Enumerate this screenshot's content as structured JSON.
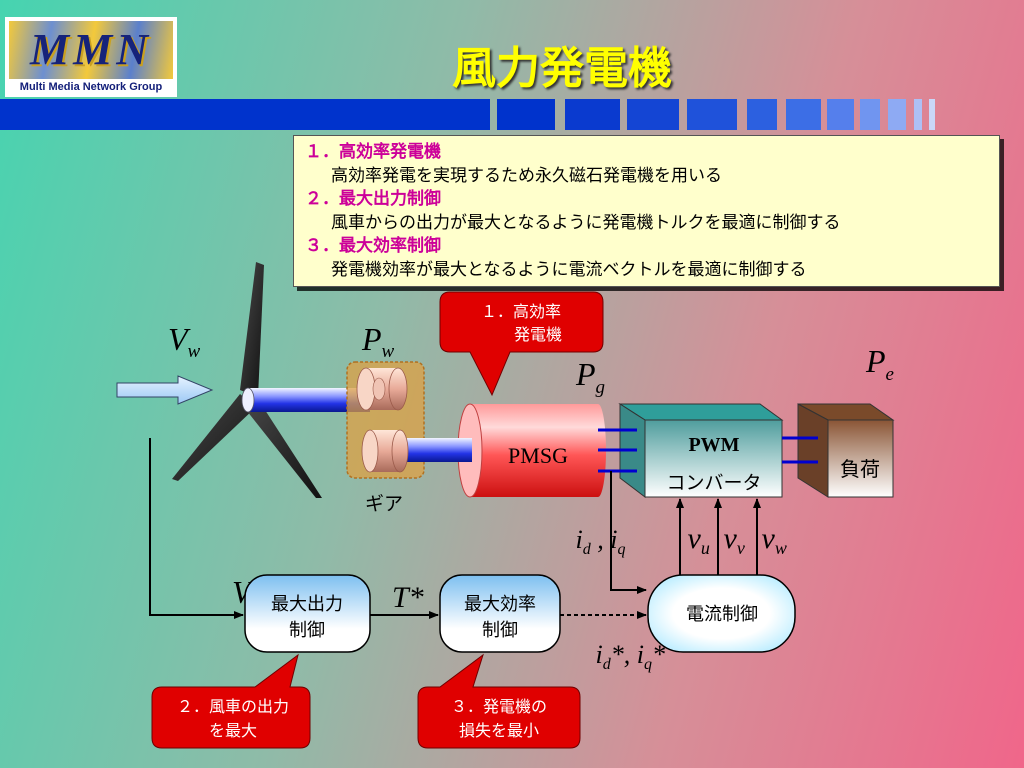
{
  "logo": {
    "mark": "MMN",
    "caption": "Multi Media Network Group"
  },
  "title": "風力発電機",
  "summary": [
    {
      "heading": "１．高効率発電機",
      "text": "高効率発電を実現するため永久磁石発電機を用いる"
    },
    {
      "heading": "２．最大出力制御",
      "text": "風車からの出力が最大となるように発電機トルクを最適に制御する"
    },
    {
      "heading": "３．最大効率制御",
      "text": "発電機効率が最大となるように電流ベクトルを最適に制御する"
    }
  ],
  "callouts": [
    {
      "line1": "１．高効率",
      "line2": "発電機"
    },
    {
      "line1": "２．風車の出力",
      "line2": "を最大"
    },
    {
      "line1": "３．発電機の",
      "line2": "損失を最小"
    }
  ],
  "diagram": {
    "gear_label": "ギア",
    "generator_label": "PMSG",
    "converter": {
      "line1": "PWM",
      "line2": "コンバータ"
    },
    "load_label": "負荷",
    "max_power_control": {
      "line1": "最大出力",
      "line2": "制御"
    },
    "max_efficiency_control": {
      "line1": "最大効率",
      "line2": "制御"
    },
    "current_control": "電流制御"
  },
  "symbols": {
    "wind_speed": {
      "main": "V",
      "sub": "w"
    },
    "wind_power": {
      "main": "P",
      "sub": "w"
    },
    "generator_power": {
      "main": "P",
      "sub": "g"
    },
    "load_power": {
      "main": "P",
      "sub": "e"
    },
    "wind_speed_input": {
      "main": "V",
      "sub": "w"
    },
    "torque_reference": "T*",
    "measured_currents": {
      "i1": "i",
      "sub1": "d",
      "sep": " , ",
      "i2": "i",
      "sub2": "q"
    },
    "phase_voltages": [
      {
        "main": "v",
        "sub": "u"
      },
      {
        "main": "v",
        "sub": "v"
      },
      {
        "main": "v",
        "sub": "w"
      }
    ],
    "current_references": {
      "i1": "i",
      "sub1": "d",
      "mid": "*, ",
      "i2": "i",
      "sub2": "q",
      "end": "*"
    }
  },
  "colors": {
    "title": "#ffff00",
    "heading": "#cc0099",
    "callout": "#e00000",
    "header_bar": "#0033cc",
    "info_background": "#ffffcc"
  }
}
